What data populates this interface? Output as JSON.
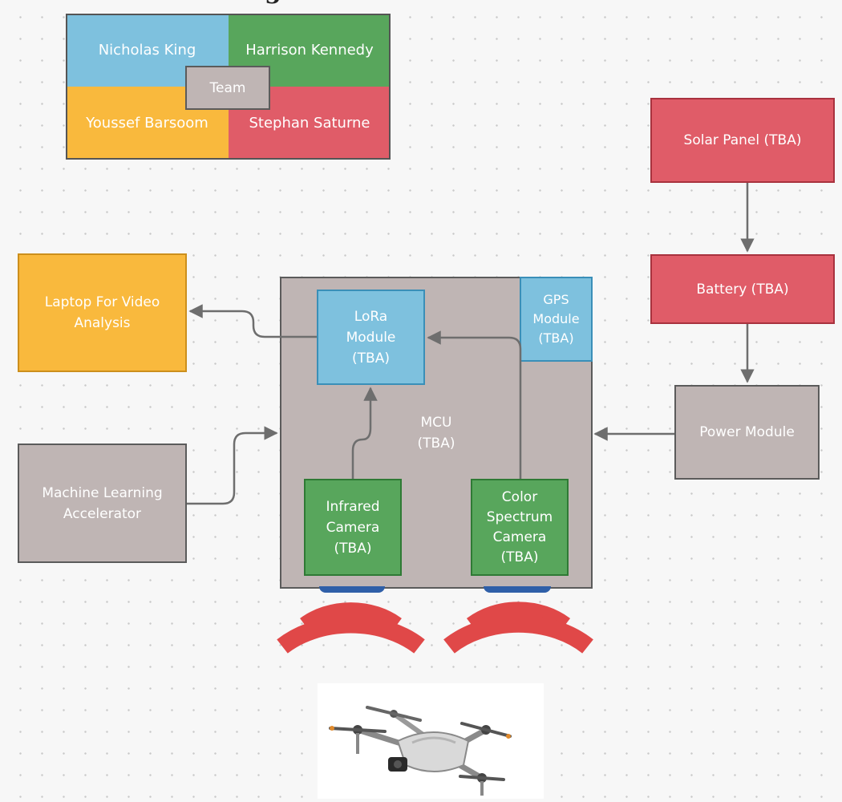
{
  "header": {
    "title_fragment": "g"
  },
  "team": {
    "center_label": "Team",
    "members": [
      "Nicholas King",
      "Harrison Kennedy",
      "Youssef Barsoom",
      "Stephan Saturne"
    ]
  },
  "blocks": {
    "solar_panel": "Solar Panel (TBA)",
    "battery": "Battery (TBA)",
    "power_module": "Power Module",
    "laptop": "Laptop For Video\nAnalysis",
    "ml_accelerator": "Machine Learning\nAccelerator",
    "mcu": "MCU\n(TBA)",
    "lora": "LoRa\nModule\n(TBA)",
    "gps": "GPS\nModule\n(TBA)",
    "infrared_camera": "Infrared\nCamera\n(TBA)",
    "color_camera": "Color\nSpectrum\nCamera\n(TBA)"
  },
  "colors": {
    "gray": "#bfb5b4",
    "blue": "#7ec1de",
    "green": "#58a65c",
    "red": "#e05c68",
    "orange": "#f9b93d",
    "signal_red": "#e04848",
    "connector": "#6e6e6e"
  },
  "icons": {
    "signal_left": "wireless-signal-icon",
    "signal_right": "wireless-signal-icon",
    "drone": "drone-photo"
  }
}
